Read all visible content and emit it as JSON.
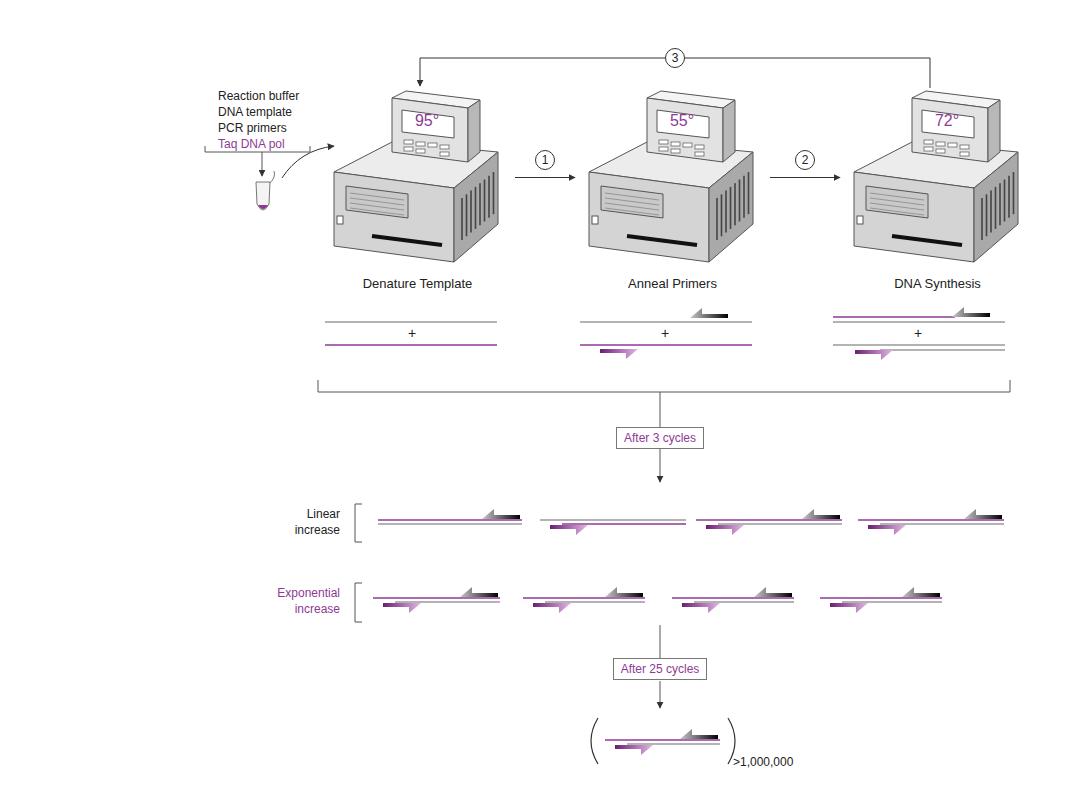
{
  "diagram": {
    "nodes": [
      {
        "text": [
          "95°",
          "Denature Template"
        ]
      },
      {
        "text": [
          "55°",
          "Anneal Primers"
        ]
      },
      {
        "text": [
          "72°",
          "DNA Synthesis"
        ]
      },
      {
        "text": [
          "After 3 cycles"
        ]
      },
      {
        "text": [
          "After 25 cycles"
        ]
      }
    ],
    "edges": [
      {
        "from": 0,
        "to": 1,
        "label": "1",
        "arrow": "to"
      },
      {
        "from": 1,
        "to": 2,
        "label": "2",
        "arrow": "to"
      },
      {
        "from": 2,
        "to": 0,
        "label": "3",
        "arrow": "to"
      }
    ],
    "labels": [
      "Reaction buffer",
      "DNA template",
      "PCR primers",
      "Taq DNA pol",
      "+",
      "+",
      "+",
      "Linear increase",
      "Exponential increase",
      ">1,000,000"
    ]
  }
}
